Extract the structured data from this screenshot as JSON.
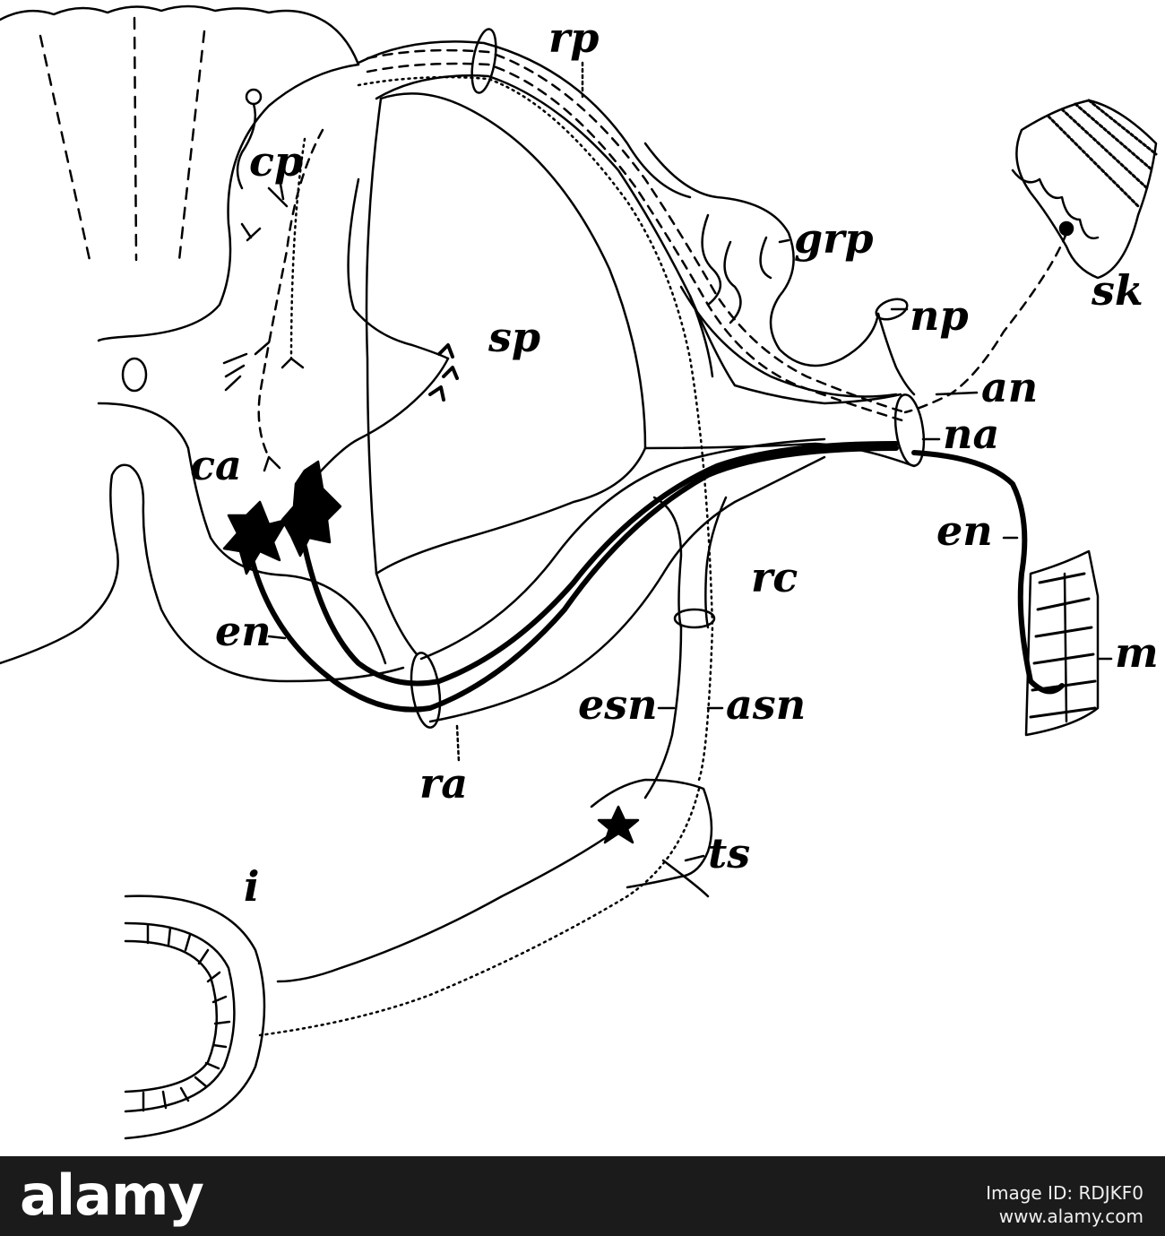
{
  "figure": {
    "labels": {
      "rp": "rp",
      "cp": "cp",
      "grp": "grp",
      "sk": "sk",
      "sp": "sp",
      "np": "np",
      "an": "an",
      "na": "na",
      "ca": "ca",
      "en_right": "en",
      "rc": "rc",
      "en_left": "en",
      "m": "m",
      "esn": "esn",
      "asn": "asn",
      "ra": "ra",
      "ts": "ts",
      "i": "i"
    }
  },
  "footer": {
    "logo": "alamy",
    "image_id": "Image ID: RDJKF0",
    "url": "www.alamy.com",
    "background": "#1b1b1b"
  }
}
